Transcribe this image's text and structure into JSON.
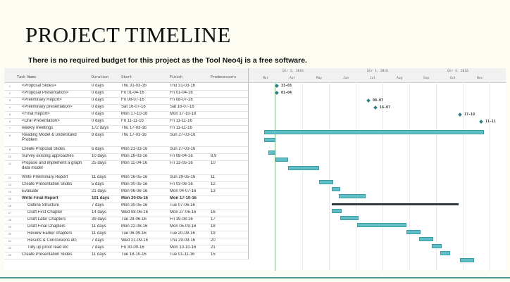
{
  "slide": {
    "title": "PROJECT TIMELINE",
    "subtitle": "There is no required budget for this project as the Tool Neo4j is a free software."
  },
  "table": {
    "headers": {
      "name": "Task Name",
      "duration": "Duration",
      "start": "Start",
      "finish": "Finish",
      "predecessors": "Predecessors"
    },
    "rows": [
      {
        "id": "1",
        "name": "<Proposal Slides>",
        "duration": "0 days",
        "start": "Thu 31-03-16",
        "finish": "Thu 31-03-16",
        "pred": ""
      },
      {
        "id": "2",
        "name": "<Proposal Presentation>",
        "duration": "0 days",
        "start": "Fri 01-04-16",
        "finish": "Fri 01-04-16",
        "pred": ""
      },
      {
        "id": "3",
        "name": "<Preliminary Report>",
        "duration": "0 days",
        "start": "Fri 08-07-16",
        "finish": "Fri 08-07-16",
        "pred": ""
      },
      {
        "id": "4",
        "name": "<Preliminary presentation>",
        "duration": "0 days",
        "start": "Sat 16-07-16",
        "finish": "Sat 16-07-16",
        "pred": ""
      },
      {
        "id": "5",
        "name": "<Final Report>",
        "duration": "0 days",
        "start": "Mon 17-10-16",
        "finish": "Mon 17-10-16",
        "pred": ""
      },
      {
        "id": "6",
        "name": "<Oral Presentation>",
        "duration": "0 days",
        "start": "Fri 11-11-16",
        "finish": "Fri 11-11-16",
        "pred": ""
      },
      {
        "id": "7",
        "name": "weekly meetings",
        "duration": "172 days",
        "start": "Thu 17-03-16",
        "finish": "Fri 11-11-16",
        "pred": ""
      },
      {
        "id": "8",
        "name": "Reading Model & understand Problem",
        "duration": "8 days",
        "start": "Thu 17-03-16",
        "finish": "Sun 27-03-16",
        "pred": ""
      },
      {
        "id": "9",
        "name": "Create Proposal Slides",
        "duration": "6 days",
        "start": "Mon 21-03-16",
        "finish": "Sun 27-03-16",
        "pred": ""
      },
      {
        "id": "10",
        "name": "Survey existing approaches",
        "duration": "10 days",
        "start": "Mon 28-03-16",
        "finish": "Fri 08-04-16",
        "pred": "8,9"
      },
      {
        "id": "11",
        "name": "Propose and implement a graph data model",
        "duration": "25 days",
        "start": "Mon 11-04-16",
        "finish": "Fri 13-05-16",
        "pred": "10"
      },
      {
        "id": "12",
        "name": "Write Preliminary Report",
        "duration": "11 days",
        "start": "Mon 16-05-16",
        "finish": "Sun 29-05-16",
        "pred": "11"
      },
      {
        "id": "13",
        "name": "Create Presentation Slides",
        "duration": "5 days",
        "start": "Mon 30-05-16",
        "finish": "Fri 03-06-16",
        "pred": "12"
      },
      {
        "id": "14",
        "name": "Evaluate",
        "duration": "21 days",
        "start": "Mon 06-06-16",
        "finish": "Mon 04-07-16",
        "pred": "13"
      },
      {
        "id": "15",
        "name": "Write Final Report",
        "duration": "101 days",
        "start": "Mon 30-05-16",
        "finish": "Mon 17-10-16",
        "pred": ""
      },
      {
        "id": "16",
        "name": "Outline Structure",
        "duration": "7 days",
        "start": "Mon 30-05-16",
        "finish": "Tue 07-06-16",
        "pred": ""
      },
      {
        "id": "17",
        "name": "Draft First Chapter",
        "duration": "14 days",
        "start": "Wed 08-06-16",
        "finish": "Mon 27-06-16",
        "pred": "16"
      },
      {
        "id": "18",
        "name": "Draft Later Chapters",
        "duration": "39 days",
        "start": "Tue 28-06-16",
        "finish": "Fri 19-08-16",
        "pred": "17"
      },
      {
        "id": "19",
        "name": "Draft Final Chapters",
        "duration": "11 days",
        "start": "Mon 22-08-16",
        "finish": "Mon 05-09-16",
        "pred": "18"
      },
      {
        "id": "20",
        "name": "Review Earlier chapters",
        "duration": "11 days",
        "start": "Tue 06-09-16",
        "finish": "Tue 20-09-16",
        "pred": "19"
      },
      {
        "id": "21",
        "name": "Results & Conclusions etc",
        "duration": "7 days",
        "start": "Wed 21-09-16",
        "finish": "Thu 29-09-16",
        "pred": "20"
      },
      {
        "id": "22",
        "name": "Tidy up proof read etc",
        "duration": "7 days",
        "start": "Fri 30-09-16",
        "finish": "Mon 10-10-16",
        "pred": "21"
      },
      {
        "id": "23",
        "name": "Create Presentation Slides",
        "duration": "11 days",
        "start": "Tue 18-10-16",
        "finish": "Tue 01-11-16",
        "pred": "15"
      }
    ]
  },
  "gantt": {
    "quarters": [
      "Qtr 2, 2016",
      "Qtr 3, 2016",
      "Qtr 4, 2016"
    ],
    "months": [
      "Mar",
      "Apr",
      "May",
      "Jun",
      "Jul",
      "Aug",
      "Sep",
      "Oct",
      "Nov"
    ],
    "milestone_labels": [
      "31-03",
      "01-04",
      "08-07",
      "16-07",
      "17-10",
      "11-11"
    ],
    "bar_color": "#5fc1c7",
    "summary_color": "#2d3a40"
  }
}
